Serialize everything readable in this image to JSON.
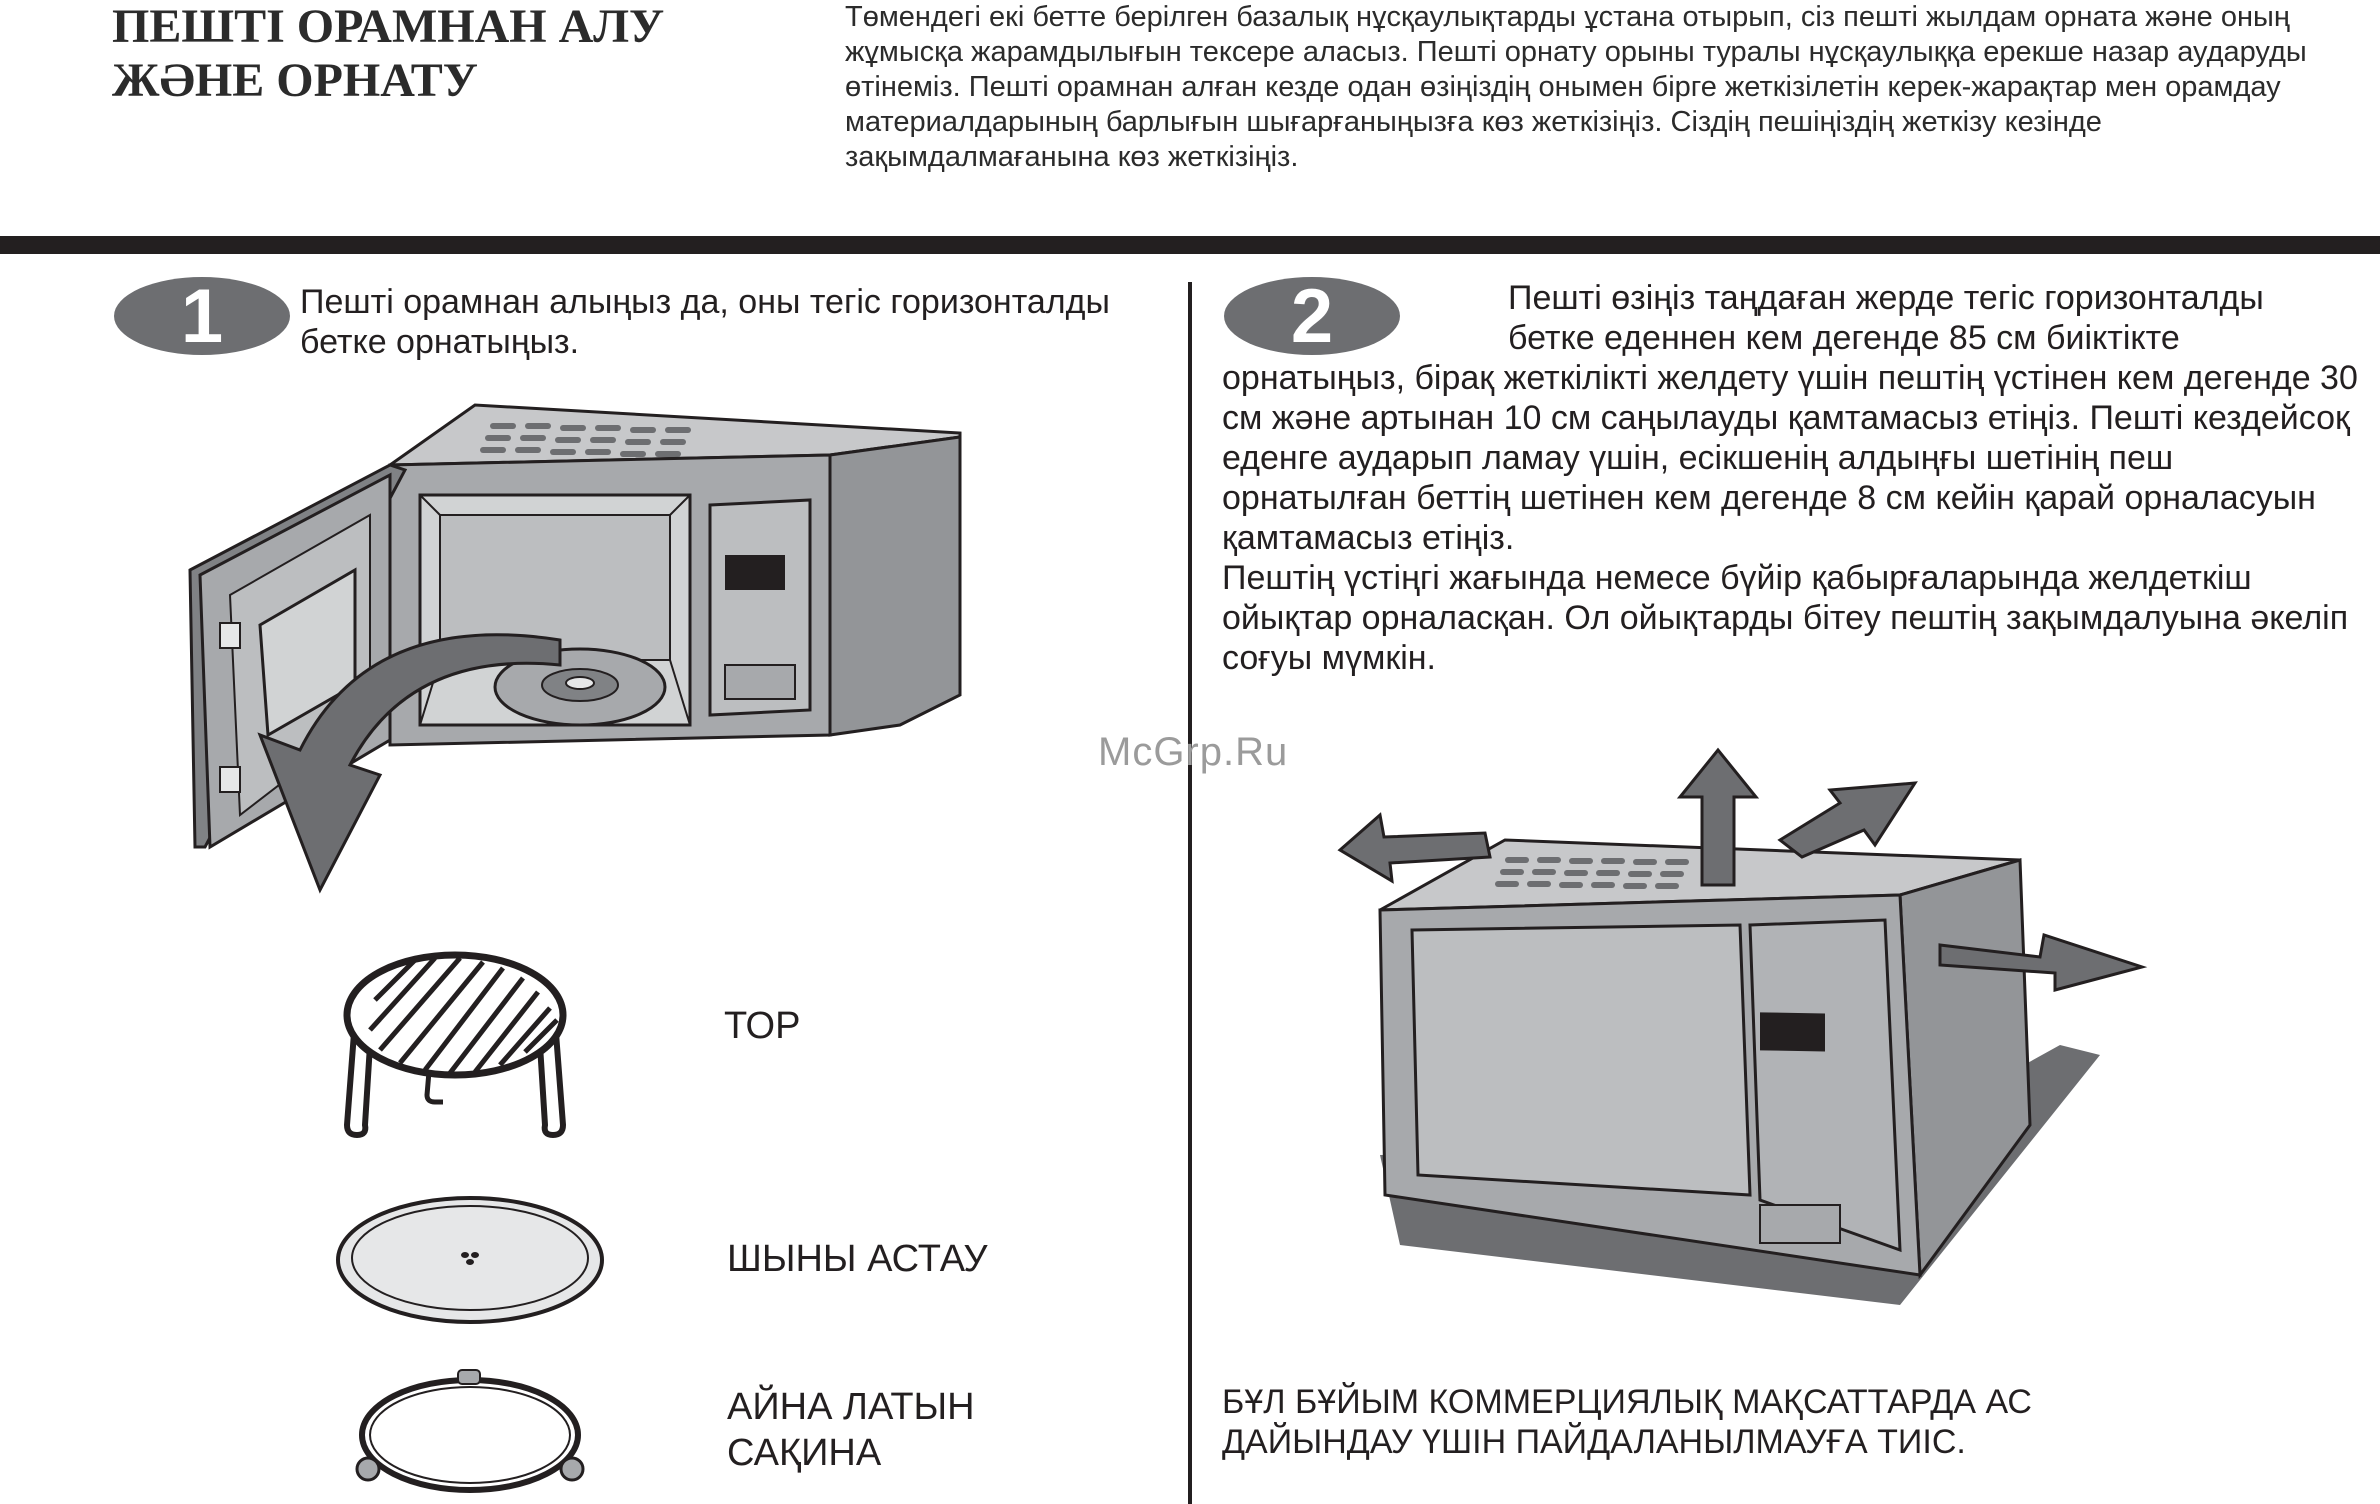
{
  "header": {
    "title_line1": "ПЕШТІ ОРАМНАН АЛУ",
    "title_line2": "ЖӘНЕ ОРНАТУ",
    "intro": "Төмендегі екі бетте берілген базалық нұсқаулықтарды ұстана отырып, сіз пешті жылдам орната және оның жұмысқа жарамдылығын тексере аласыз. Пешті орнату орыны туралы нұсқаулыққа ерекше назар аударуды өтінеміз. Пешті орамнан алған кезде одан өзіңіздің онымен бірге жеткізілетін керек-жарақтар мен орамдау материалдарының барлығын шығарғаныңызға көз жеткізіңіз. Сіздің пешіңіздің жеткізу кезінде зақымдалмағанына көз жеткізіңіз."
  },
  "step1": {
    "number": "1",
    "text": "Пешті орамнан алыңыз да, оны тегіс горизонталды бетке орнатыңыз."
  },
  "accessories": {
    "rack": "ТОР",
    "glass_tray": "ШЫНЫ АСТАУ",
    "ring_line1": "АЙНА  ЛАТЫН",
    "ring_line2": "САҚИНА"
  },
  "step2": {
    "number": "2",
    "text_part1": "Пешті өзіңіз таңдаған жерде тегіс горизонталды бетке еденнен кем дегенде 85 см биіктікте",
    "text_part2": "орнатыңыз, бірақ жеткілікті желдету үшін пештің  үстінен кем дегенде 30 см және артынан 10 см саңылауды қамтамасыз етіңіз. Пешті кездейсоқ еденге аударып ламау үшін, есікшенің алдыңғы шетінің пеш орнатылған беттің шетінен кем дегенде 8 см кейін қарай орналасуын қамтамасыз етіңіз.",
    "text_part3": "Пештің үстіңгі жағында немесе бүйір қабырғаларында желдеткіш ойықтар орналасқан. Ол ойықтарды бітеу пештің зақымдалуына әкеліп соғуы мүмкін."
  },
  "warning": {
    "line1": "БҰЛ БҰЙЫМ  КОММЕРЦИЯЛЫҚ  МАҚСАТТАРДА  АС",
    "line2": "ДАЙЫНДАУ ҮШІН ПАЙДАЛАНЫЛМАУҒА ТИІС."
  },
  "watermark": "McGrp.Ru",
  "colors": {
    "ink": "#231f20",
    "oven_body": "#a7a9ac",
    "oven_light": "#c7c8ca",
    "oven_dark": "#6d6e71",
    "badge": "#6d6e71",
    "watermark": "#9b9b9b"
  }
}
